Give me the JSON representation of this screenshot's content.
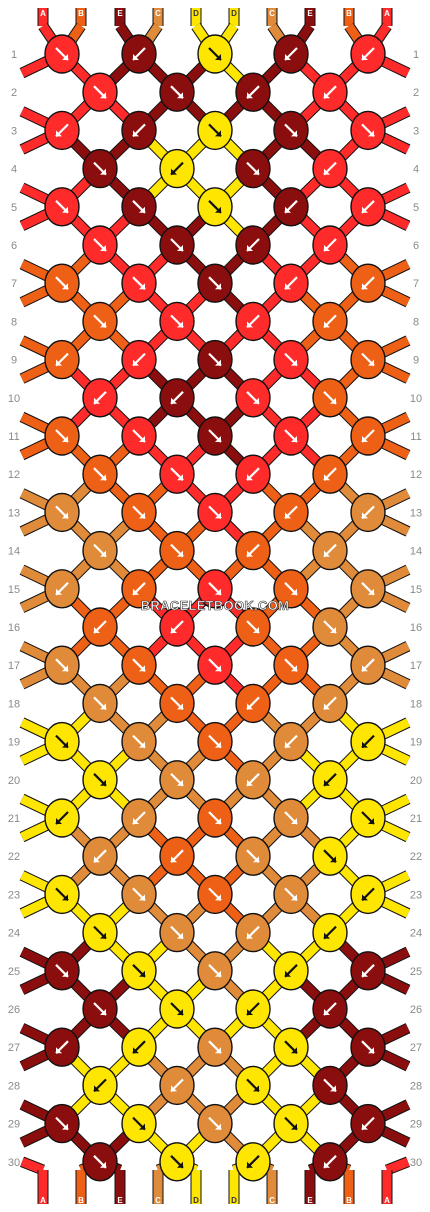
{
  "watermark": "BRACELETBOOK.COM",
  "colors": {
    "A": "#ff2b2b",
    "B": "#ee6016",
    "C": "#e08b3a",
    "D": "#ffe600",
    "E": "#8b0e0e"
  },
  "strand_labels_top": [
    "A",
    "B",
    "E",
    "C",
    "D",
    "D",
    "C",
    "E",
    "B",
    "A"
  ],
  "strand_labels_bottom": [
    "A",
    "B",
    "E",
    "C",
    "D",
    "D",
    "C",
    "E",
    "B",
    "A"
  ],
  "row_numbers": [
    "1",
    "2",
    "3",
    "4",
    "5",
    "6",
    "7",
    "8",
    "9",
    "10",
    "11",
    "12",
    "13",
    "14",
    "15",
    "16",
    "17",
    "18",
    "19",
    "20",
    "21",
    "22",
    "23",
    "24",
    "25",
    "26",
    "27",
    "28",
    "29",
    "30"
  ],
  "knot_rows": [
    {
      "knots": [
        {
          "c": "A",
          "d": "se"
        },
        {
          "c": "E",
          "d": "sw"
        },
        {
          "c": "D",
          "d": "se"
        },
        {
          "c": "E",
          "d": "sw"
        },
        {
          "c": "A",
          "d": "sw"
        }
      ]
    },
    {
      "knots": [
        {
          "c": "A",
          "d": "se"
        },
        {
          "c": "E",
          "d": "se"
        },
        {
          "c": "E",
          "d": "sw"
        },
        {
          "c": "A",
          "d": "sw"
        }
      ]
    },
    {
      "knots": [
        {
          "c": "A",
          "d": "sw"
        },
        {
          "c": "E",
          "d": "sw"
        },
        {
          "c": "D",
          "d": "se"
        },
        {
          "c": "E",
          "d": "se"
        },
        {
          "c": "A",
          "d": "se"
        }
      ]
    },
    {
      "knots": [
        {
          "c": "E",
          "d": "se"
        },
        {
          "c": "D",
          "d": "sw"
        },
        {
          "c": "E",
          "d": "se"
        },
        {
          "c": "A",
          "d": "sw"
        }
      ]
    },
    {
      "knots": [
        {
          "c": "A",
          "d": "se"
        },
        {
          "c": "E",
          "d": "se"
        },
        {
          "c": "D",
          "d": "se"
        },
        {
          "c": "E",
          "d": "sw"
        },
        {
          "c": "A",
          "d": "sw"
        }
      ]
    },
    {
      "knots": [
        {
          "c": "A",
          "d": "se"
        },
        {
          "c": "E",
          "d": "se"
        },
        {
          "c": "E",
          "d": "sw"
        },
        {
          "c": "A",
          "d": "sw"
        }
      ]
    },
    {
      "knots": [
        {
          "c": "B",
          "d": "se"
        },
        {
          "c": "A",
          "d": "se"
        },
        {
          "c": "E",
          "d": "se"
        },
        {
          "c": "A",
          "d": "sw"
        },
        {
          "c": "B",
          "d": "sw"
        }
      ]
    },
    {
      "knots": [
        {
          "c": "B",
          "d": "se"
        },
        {
          "c": "A",
          "d": "se"
        },
        {
          "c": "A",
          "d": "sw"
        },
        {
          "c": "B",
          "d": "sw"
        }
      ]
    },
    {
      "knots": [
        {
          "c": "B",
          "d": "sw"
        },
        {
          "c": "A",
          "d": "sw"
        },
        {
          "c": "E",
          "d": "se"
        },
        {
          "c": "A",
          "d": "se"
        },
        {
          "c": "B",
          "d": "se"
        }
      ]
    },
    {
      "knots": [
        {
          "c": "A",
          "d": "sw"
        },
        {
          "c": "E",
          "d": "sw"
        },
        {
          "c": "A",
          "d": "se"
        },
        {
          "c": "B",
          "d": "se"
        }
      ]
    },
    {
      "knots": [
        {
          "c": "B",
          "d": "se"
        },
        {
          "c": "A",
          "d": "se"
        },
        {
          "c": "E",
          "d": "se"
        },
        {
          "c": "A",
          "d": "se"
        },
        {
          "c": "B",
          "d": "sw"
        }
      ]
    },
    {
      "knots": [
        {
          "c": "B",
          "d": "se"
        },
        {
          "c": "A",
          "d": "se"
        },
        {
          "c": "A",
          "d": "sw"
        },
        {
          "c": "B",
          "d": "sw"
        }
      ]
    },
    {
      "knots": [
        {
          "c": "C",
          "d": "se"
        },
        {
          "c": "B",
          "d": "se"
        },
        {
          "c": "A",
          "d": "se"
        },
        {
          "c": "B",
          "d": "sw"
        },
        {
          "c": "C",
          "d": "sw"
        }
      ]
    },
    {
      "knots": [
        {
          "c": "C",
          "d": "se"
        },
        {
          "c": "B",
          "d": "se"
        },
        {
          "c": "B",
          "d": "sw"
        },
        {
          "c": "C",
          "d": "sw"
        }
      ]
    },
    {
      "knots": [
        {
          "c": "C",
          "d": "sw"
        },
        {
          "c": "B",
          "d": "sw"
        },
        {
          "c": "A",
          "d": "se"
        },
        {
          "c": "B",
          "d": "se"
        },
        {
          "c": "C",
          "d": "se"
        }
      ]
    },
    {
      "knots": [
        {
          "c": "B",
          "d": "sw"
        },
        {
          "c": "A",
          "d": "sw"
        },
        {
          "c": "B",
          "d": "se"
        },
        {
          "c": "C",
          "d": "se"
        }
      ]
    },
    {
      "knots": [
        {
          "c": "C",
          "d": "se"
        },
        {
          "c": "B",
          "d": "se"
        },
        {
          "c": "A",
          "d": "se"
        },
        {
          "c": "B",
          "d": "se"
        },
        {
          "c": "C",
          "d": "sw"
        }
      ]
    },
    {
      "knots": [
        {
          "c": "C",
          "d": "se"
        },
        {
          "c": "B",
          "d": "se"
        },
        {
          "c": "B",
          "d": "sw"
        },
        {
          "c": "C",
          "d": "sw"
        }
      ]
    },
    {
      "knots": [
        {
          "c": "D",
          "d": "se"
        },
        {
          "c": "C",
          "d": "se"
        },
        {
          "c": "B",
          "d": "se"
        },
        {
          "c": "C",
          "d": "sw"
        },
        {
          "c": "D",
          "d": "sw"
        }
      ]
    },
    {
      "knots": [
        {
          "c": "D",
          "d": "se"
        },
        {
          "c": "C",
          "d": "se"
        },
        {
          "c": "C",
          "d": "sw"
        },
        {
          "c": "D",
          "d": "sw"
        }
      ]
    },
    {
      "knots": [
        {
          "c": "D",
          "d": "sw"
        },
        {
          "c": "C",
          "d": "sw"
        },
        {
          "c": "B",
          "d": "se"
        },
        {
          "c": "C",
          "d": "se"
        },
        {
          "c": "D",
          "d": "se"
        }
      ]
    },
    {
      "knots": [
        {
          "c": "C",
          "d": "sw"
        },
        {
          "c": "B",
          "d": "sw"
        },
        {
          "c": "C",
          "d": "se"
        },
        {
          "c": "D",
          "d": "se"
        }
      ]
    },
    {
      "knots": [
        {
          "c": "D",
          "d": "se"
        },
        {
          "c": "C",
          "d": "se"
        },
        {
          "c": "B",
          "d": "se"
        },
        {
          "c": "C",
          "d": "se"
        },
        {
          "c": "D",
          "d": "sw"
        }
      ]
    },
    {
      "knots": [
        {
          "c": "D",
          "d": "se"
        },
        {
          "c": "C",
          "d": "se"
        },
        {
          "c": "C",
          "d": "sw"
        },
        {
          "c": "D",
          "d": "sw"
        }
      ]
    },
    {
      "knots": [
        {
          "c": "E",
          "d": "se"
        },
        {
          "c": "D",
          "d": "se"
        },
        {
          "c": "C",
          "d": "se"
        },
        {
          "c": "D",
          "d": "sw"
        },
        {
          "c": "E",
          "d": "sw"
        }
      ]
    },
    {
      "knots": [
        {
          "c": "E",
          "d": "se"
        },
        {
          "c": "D",
          "d": "se"
        },
        {
          "c": "D",
          "d": "sw"
        },
        {
          "c": "E",
          "d": "sw"
        }
      ]
    },
    {
      "knots": [
        {
          "c": "E",
          "d": "sw"
        },
        {
          "c": "D",
          "d": "sw"
        },
        {
          "c": "C",
          "d": "se"
        },
        {
          "c": "D",
          "d": "se"
        },
        {
          "c": "E",
          "d": "se"
        }
      ]
    },
    {
      "knots": [
        {
          "c": "D",
          "d": "sw"
        },
        {
          "c": "C",
          "d": "sw"
        },
        {
          "c": "D",
          "d": "se"
        },
        {
          "c": "E",
          "d": "se"
        }
      ]
    },
    {
      "knots": [
        {
          "c": "E",
          "d": "se"
        },
        {
          "c": "D",
          "d": "se"
        },
        {
          "c": "C",
          "d": "se"
        },
        {
          "c": "D",
          "d": "se"
        },
        {
          "c": "E",
          "d": "sw"
        }
      ]
    },
    {
      "knots": [
        {
          "c": "E",
          "d": "se"
        },
        {
          "c": "D",
          "d": "se"
        },
        {
          "c": "D",
          "d": "sw"
        },
        {
          "c": "E",
          "d": "sw"
        }
      ]
    }
  ]
}
